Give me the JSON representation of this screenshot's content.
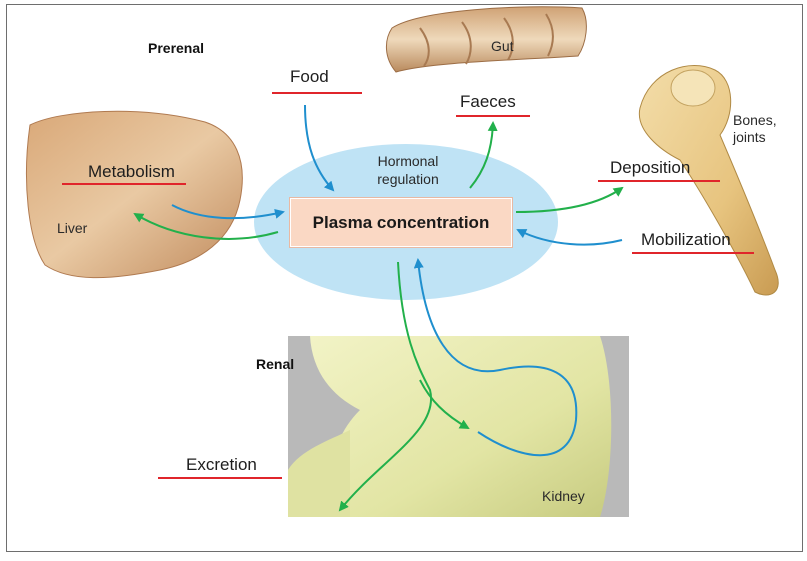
{
  "labels": {
    "prerenal": "Prerenal",
    "renal": "Renal",
    "food": "Food",
    "faeces": "Faeces",
    "gut": "Gut",
    "metabolism": "Metabolism",
    "liver": "Liver",
    "hormonal_regulation": "Hormonal regulation",
    "plasma_concentration": "Plasma concentration",
    "deposition": "Deposition",
    "mobilization": "Mobilization",
    "bones_joints": "Bones, joints",
    "excretion": "Excretion",
    "kidney": "Kidney"
  },
  "colors": {
    "underline": "#e0252b",
    "blue_arrow": "#1f8fce",
    "green_arrow": "#22b04b",
    "ellipse": "#bfe3f5",
    "plasma_box": "#fad8c4"
  }
}
